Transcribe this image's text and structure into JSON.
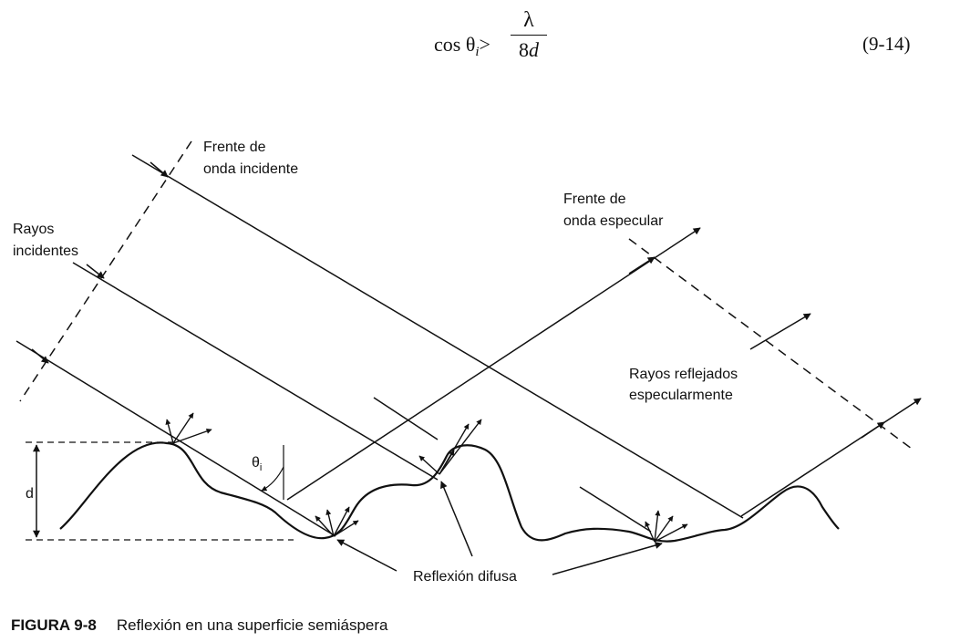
{
  "equation": {
    "lhs_text": "cos θ",
    "lhs_subscript": "i",
    "relation": ">",
    "numerator": "λ",
    "denominator_number": "8",
    "denominator_variable": "d",
    "number": "(9-14)"
  },
  "labels": {
    "incident_wavefront": [
      "Frente de",
      "onda incidente"
    ],
    "incident_rays": [
      "Rayos",
      "incidentes"
    ],
    "specular_wavefront": [
      "Frente de",
      "onda especular"
    ],
    "specular_rays": [
      "Rayos reflejados",
      "especularmente"
    ],
    "diffuse_reflection": "Reflexión difusa",
    "theta": "θ",
    "theta_subscript": "i",
    "height": "d"
  },
  "caption": {
    "figure_number": "FIGURA 9-8",
    "text": "Reflexión en una superficie semiáspera"
  },
  "colors": {
    "ink": "#111111",
    "background": "#ffffff"
  }
}
